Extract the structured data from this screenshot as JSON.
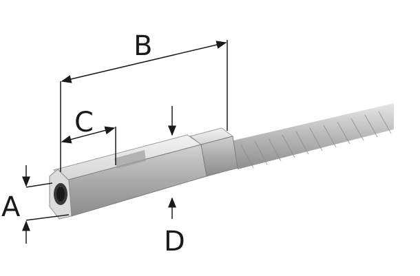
{
  "diagram": {
    "labels": {
      "a": "A",
      "b": "B",
      "c": "C",
      "d": "D"
    },
    "colors": {
      "line": "#1a1a1a",
      "metal_light": "#e9e9e9",
      "metal_mid": "#bdbdbd",
      "metal_dark": "#8a8a8a",
      "cable": "#b5b5b5"
    }
  }
}
